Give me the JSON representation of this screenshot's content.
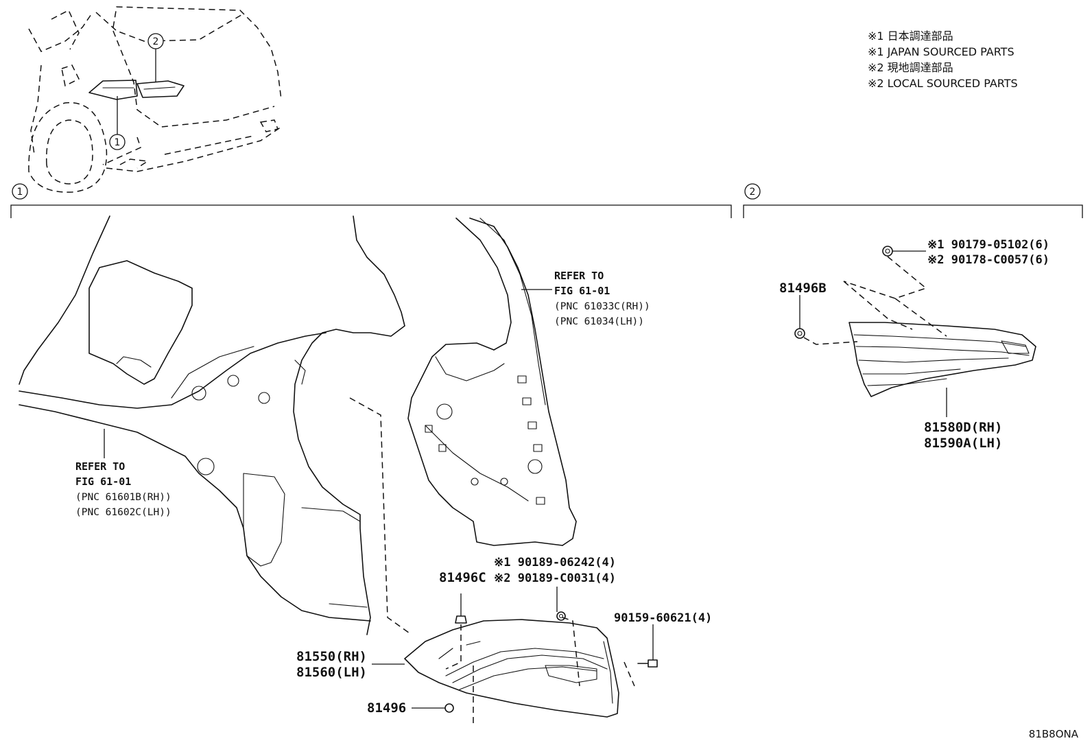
{
  "legend": {
    "line1": "※1 日本調達部品",
    "line2": "※1 JAPAN SOURCED PARTS",
    "line3": "※2 現地調達部品",
    "line4": "※2 LOCAL SOURCED PARTS"
  },
  "callouts": {
    "one": "1",
    "two": "2"
  },
  "section1": {
    "ref_left": {
      "line1": "REFER TO",
      "line2": "FIG 61-01",
      "line3": "(PNC 61601B(RH))",
      "line4": "(PNC 61602C(LH))"
    },
    "ref_right": {
      "line1": "REFER TO",
      "line2": "FIG 61-01",
      "line3": "(PNC 61033C(RH))",
      "line4": "(PNC 61034(LH))"
    },
    "parts": {
      "screw_a": "※1 90189-06242(4)",
      "screw_b": "※2 90189-C0031(4)",
      "clip_c": "81496C",
      "bolt": "90159-60621(4)",
      "lamp_rh": "81550(RH)",
      "lamp_lh": "81560(LH)",
      "clip": "81496"
    }
  },
  "section2": {
    "parts": {
      "screw_a": "※1 90179-05102(6)",
      "screw_b": "※2 90178-C0057(6)",
      "clip_b": "81496B",
      "lamp_rh": "81580D(RH)",
      "lamp_lh": "81590A(LH)"
    }
  },
  "diagram_code": "81B8ONA"
}
